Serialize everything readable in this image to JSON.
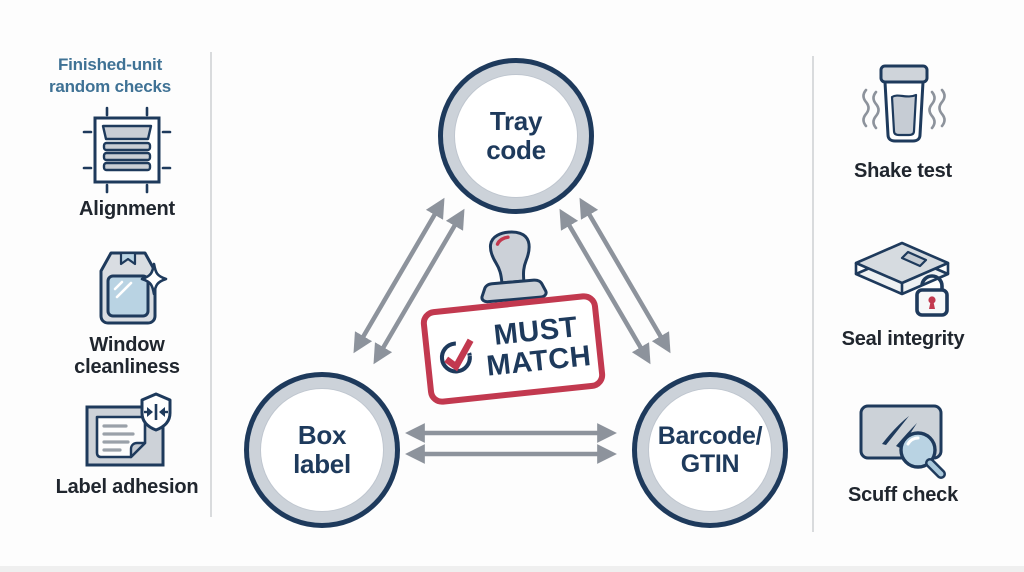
{
  "colors": {
    "navy": "#1e3a5c",
    "red": "#c2394f",
    "steel_blue_title": "#3f7295",
    "arrow_gray": "#8d939c",
    "light_gray_fill": "#ccd2d9",
    "light_blue_fill": "#b9d3e3",
    "divider_gray": "#d9dbdd",
    "label_dark": "#20262e"
  },
  "left_panel": {
    "title": "Finished-unit random checks",
    "items": [
      {
        "label": "Alignment",
        "icon": "alignment-trays-icon"
      },
      {
        "label": "Window cleanliness",
        "icon": "window-sparkle-icon"
      },
      {
        "label": "Label adhesion",
        "icon": "label-shield-icon"
      }
    ]
  },
  "diagram": {
    "nodes": [
      {
        "id": "tray-code",
        "lines": [
          "Tray",
          "code"
        ]
      },
      {
        "id": "box-label",
        "lines": [
          "Box",
          "label"
        ]
      },
      {
        "id": "barcode-gtin",
        "lines": [
          "Barcode/",
          "GTIN"
        ]
      }
    ],
    "stamp": {
      "lines": [
        "MUST",
        "MATCH"
      ],
      "icon": "rubber-stamp-icon",
      "check_icon": "checkmark-circle-icon"
    },
    "connections": "bidirectional double arrows between all three nodes"
  },
  "right_panel": {
    "items": [
      {
        "label": "Shake test",
        "icon": "shake-cup-icon"
      },
      {
        "label": "Seal integrity",
        "icon": "seal-lock-icon"
      },
      {
        "label": "Scuff check",
        "icon": "scuff-magnifier-icon"
      }
    ]
  }
}
